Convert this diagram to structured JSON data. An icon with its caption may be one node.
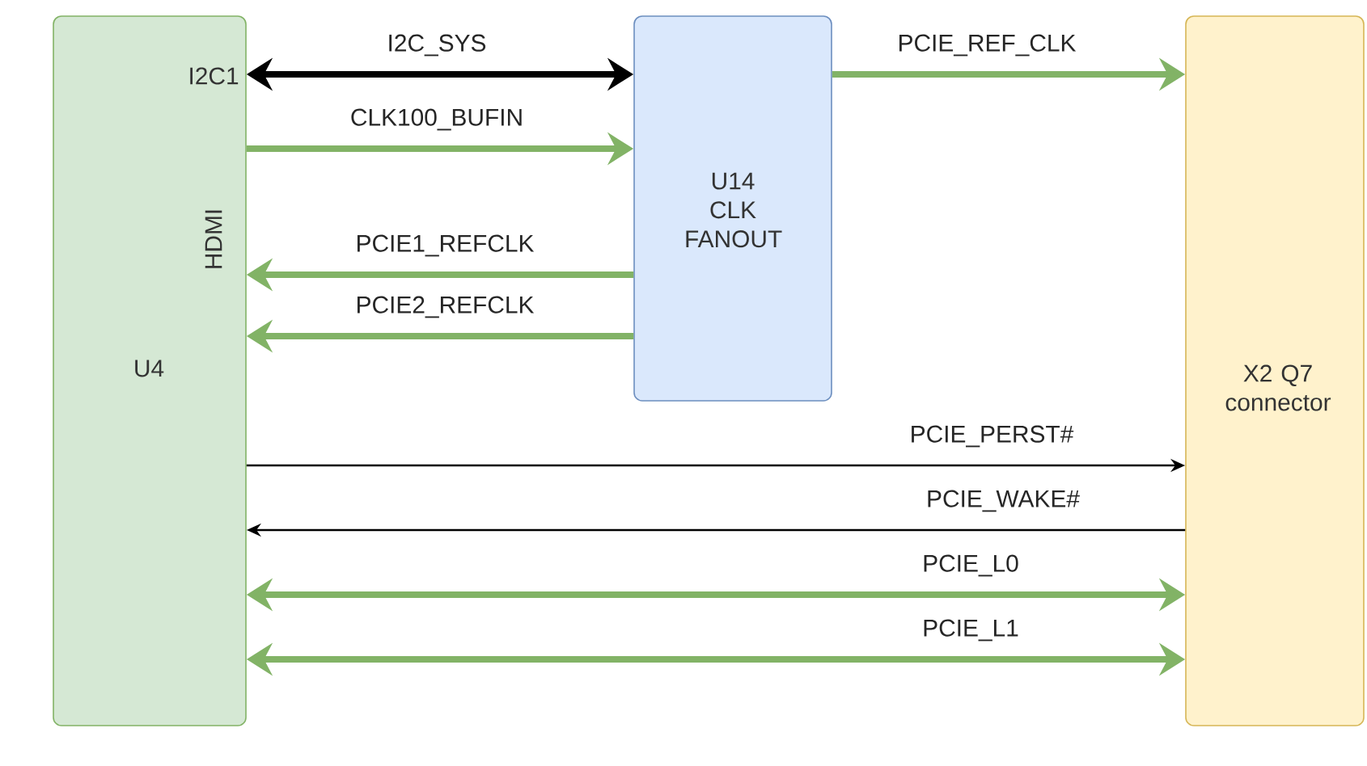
{
  "diagram": {
    "nodes": [
      {
        "text": [
          "I2C1",
          "HDMI",
          "U4"
        ]
      },
      {
        "text": [
          "U14 CLK FANOUT"
        ]
      },
      {
        "text": [
          "X2 Q7 connector"
        ]
      }
    ],
    "edges": [
      {
        "from": 0,
        "to": 1,
        "arrow": "both",
        "label": "I2C_SYS",
        "color": "#000000"
      },
      {
        "from": 0,
        "to": 1,
        "arrow": "to",
        "label": "CLK100_BUFIN"
      },
      {
        "from": 1,
        "to": 2,
        "arrow": "to",
        "label": "PCIE_REF_CLK"
      },
      {
        "from": 1,
        "to": 0,
        "arrow": "to",
        "label": "PCIE1_REFCLK"
      },
      {
        "from": 1,
        "to": 0,
        "arrow": "to",
        "label": "PCIE2_REFCLK"
      },
      {
        "from": 0,
        "to": 2,
        "arrow": "to",
        "label": "PCIE_PERST#",
        "color": "#000000"
      },
      {
        "from": 2,
        "to": 0,
        "arrow": "to",
        "label": "PCIE_WAKE#",
        "color": "#000000"
      },
      {
        "from": 0,
        "to": 2,
        "arrow": "both",
        "label": "PCIE_L0"
      },
      {
        "from": 0,
        "to": 2,
        "arrow": "both",
        "label": "PCIE_L1"
      }
    ]
  }
}
